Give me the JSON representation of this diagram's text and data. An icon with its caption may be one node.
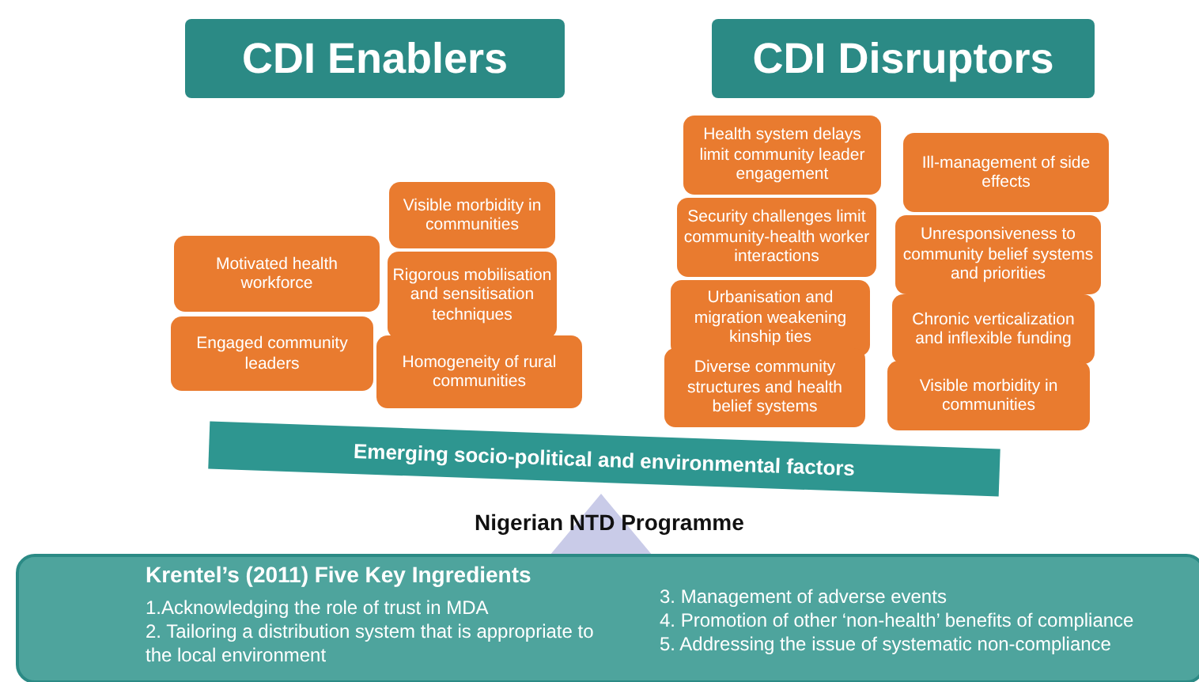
{
  "diagram": {
    "nodes": [
      {
        "text": [
          "CDI Enablers"
        ]
      },
      {
        "text": [
          "CDI Disruptors"
        ]
      },
      {
        "text": [
          "Visible morbidity in communities"
        ]
      },
      {
        "text": [
          "Motivated health workforce"
        ]
      },
      {
        "text": [
          "Rigorous mobilisation and sensitisation techniques"
        ]
      },
      {
        "text": [
          "Engaged community leaders"
        ]
      },
      {
        "text": [
          "Homogeneity of rural communities"
        ]
      },
      {
        "text": [
          "Health system delays limit community leader engagement"
        ]
      },
      {
        "text": [
          "Ill-management of side effects"
        ]
      },
      {
        "text": [
          "Security challenges limit community-health worker interactions"
        ]
      },
      {
        "text": [
          "Unresponsiveness to community belief systems and priorities"
        ]
      },
      {
        "text": [
          "Urbanisation and migration weakening kinship ties"
        ]
      },
      {
        "text": [
          "Chronic verticalization and inflexible funding"
        ]
      },
      {
        "text": [
          "Diverse community structures and health belief systems"
        ]
      },
      {
        "text": [
          "Visible morbidity in communities"
        ]
      },
      {
        "text": [
          "Emerging socio-political and environmental factors"
        ]
      },
      {
        "text": [
          "Krentel’s (2011) Five Key Ingredients",
          "1.Acknowledging the role of trust in MDA",
          "2. Tailoring a distribution system that is appropriate to the local environment",
          "3. Management of adverse events",
          "4.  Promotion of other ‘non-health’ benefits of compliance",
          "5. Addressing the issue of systematic non-compliance"
        ]
      }
    ],
    "labels": [
      "Nigerian NTD Programme"
    ]
  }
}
